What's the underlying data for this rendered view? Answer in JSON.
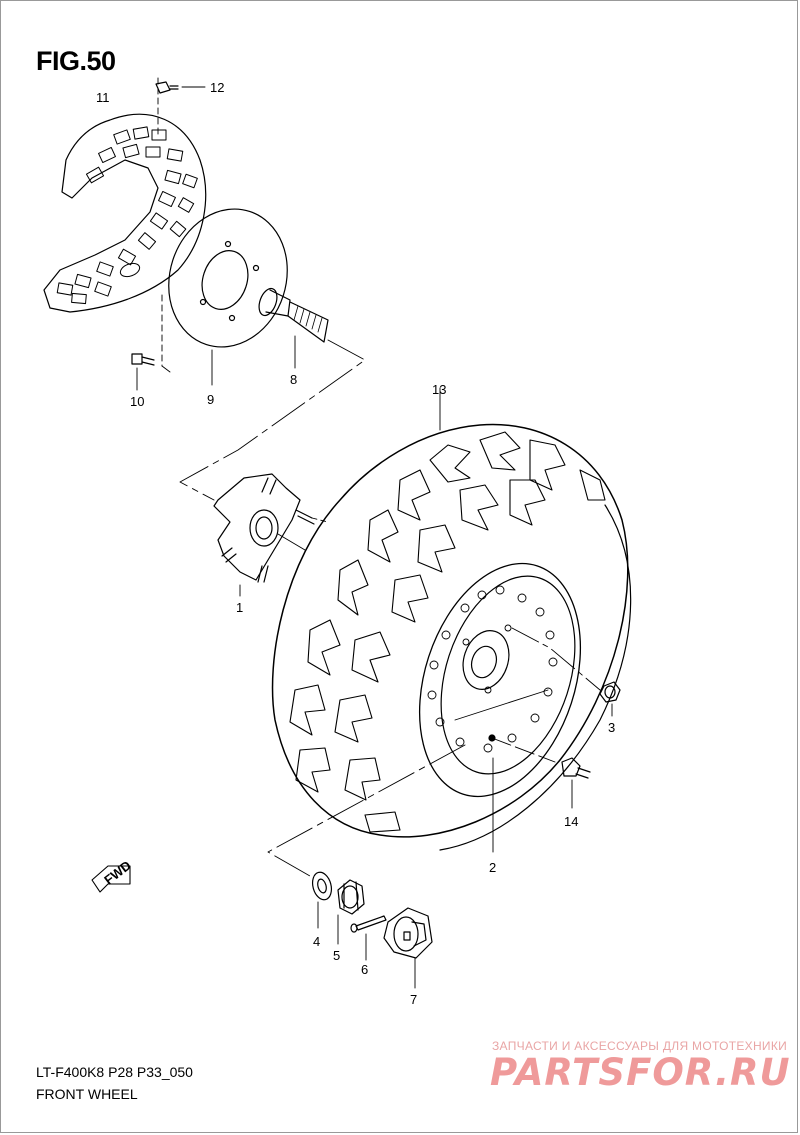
{
  "figure": {
    "title": "FIG.50"
  },
  "callouts": {
    "p1": "1",
    "p2": "2",
    "p3": "3",
    "p4": "4",
    "p5": "5",
    "p6": "6",
    "p7": "7",
    "p8": "8",
    "p9": "9",
    "p10": "10",
    "p11": "11",
    "p12": "12",
    "p13": "13",
    "p14": "14"
  },
  "direction_tag": "FWD",
  "footer": {
    "model_code": "LT-F400K8 P28 P33_050",
    "caption": "FRONT WHEEL"
  },
  "watermark": {
    "tagline": "ЗАПЧАСТИ И АКСЕССУАРЫ ДЛЯ МОТОТЕХНИКИ",
    "logo": "PARTSFOR.RU"
  },
  "colors": {
    "line": "#000000",
    "watermark": "#ef9a9a"
  }
}
